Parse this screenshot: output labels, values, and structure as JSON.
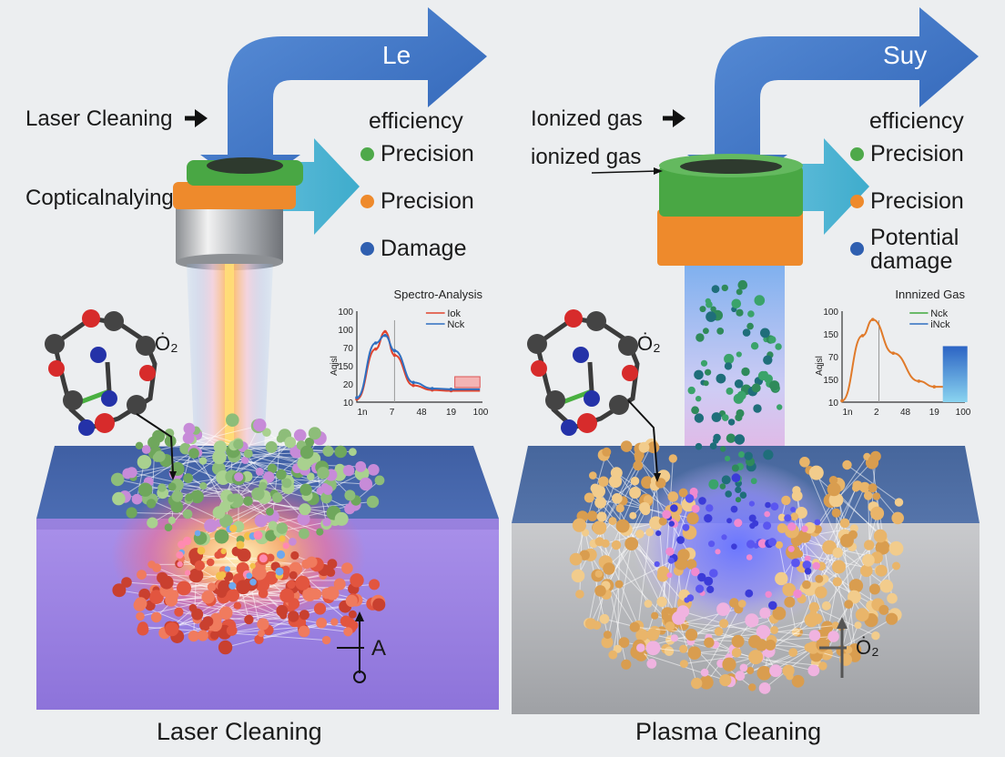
{
  "left_panel": {
    "arrow_label": "Le",
    "input_label": "Laser Cleaning",
    "side_label": "Copticalnalying",
    "legend_heading": "efficiency",
    "legend": [
      {
        "label": "Precision",
        "color": "#4ea94a"
      },
      {
        "label": "Precision",
        "color": "#ee8a2c"
      },
      {
        "label": "Damage",
        "color": "#2f5fb0"
      }
    ],
    "molecule_label": "Ȯ₂",
    "axis_label": "A",
    "caption": "Laser Cleaning"
  },
  "right_panel": {
    "arrow_label": "Suy",
    "input_label": "Ionized gas",
    "side_label": "ionized gas",
    "legend_heading": "efficiency",
    "legend": [
      {
        "label": "Precision",
        "color": "#4ea94a"
      },
      {
        "label": "Precision",
        "color": "#ee8a2c"
      },
      {
        "label": "Potential damage",
        "color": "#2f5fb0"
      }
    ],
    "molecule_label": "Ȯ₂",
    "axis_label": "Ȯ₂",
    "caption": "Plasma Cleaning"
  },
  "chart_data": [
    {
      "type": "line",
      "title": "Spectro-Analysis",
      "ylabel": "Aqjsl",
      "x_tick_labels": [
        "1n",
        "7",
        "48",
        "19",
        "100"
      ],
      "y_tick_labels": [
        "100",
        "100",
        "70",
        "150",
        "20",
        "10"
      ],
      "series": [
        {
          "name": "Iok",
          "color": "#e0442e",
          "values": [
            4,
            70,
            93,
            62,
            22,
            16,
            15
          ]
        },
        {
          "name": "Nck",
          "color": "#2f6fc0",
          "values": [
            6,
            78,
            88,
            68,
            26,
            18,
            17
          ]
        }
      ],
      "x": [
        0,
        1,
        1.5,
        2,
        3,
        4,
        5
      ],
      "ylim": [
        0,
        120
      ],
      "grid": false,
      "legend": "top-right"
    },
    {
      "type": "line",
      "title": "Innnized Gas",
      "ylabel": "Aqjsl",
      "x_tick_labels": [
        "1n",
        "2",
        "48",
        "19",
        "100"
      ],
      "y_tick_labels": [
        "100",
        "150",
        "70",
        "150",
        "10"
      ],
      "series": [
        {
          "name": "Nck",
          "color": "#3fa83c",
          "values": []
        },
        {
          "name": "iNck",
          "color": "#2f6fc0",
          "values": []
        },
        {
          "name": "",
          "color": "#e07a2a",
          "values": [
            2,
            95,
            118,
            70,
            30,
            22
          ]
        }
      ],
      "x": [
        0,
        0.8,
        1.2,
        2,
        3,
        3.6
      ],
      "bar_value": 80,
      "ylim": [
        0,
        130
      ],
      "grid": false,
      "legend": "top-right"
    }
  ]
}
